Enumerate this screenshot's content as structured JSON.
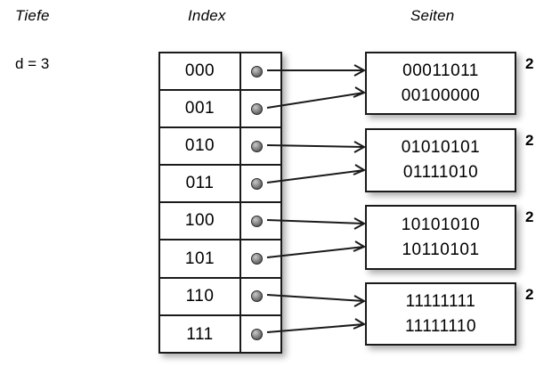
{
  "headers": {
    "depth": "Tiefe",
    "index": "Index",
    "pages": "Seiten"
  },
  "depth": {
    "label": "d = 3"
  },
  "index_table": {
    "rows": [
      {
        "key": "000",
        "pointer": "pointer-dot"
      },
      {
        "key": "001",
        "pointer": "pointer-dot"
      },
      {
        "key": "010",
        "pointer": "pointer-dot"
      },
      {
        "key": "011",
        "pointer": "pointer-dot"
      },
      {
        "key": "100",
        "pointer": "pointer-dot"
      },
      {
        "key": "101",
        "pointer": "pointer-dot"
      },
      {
        "key": "110",
        "pointer": "pointer-dot"
      },
      {
        "key": "111",
        "pointer": "pointer-dot"
      }
    ]
  },
  "pages": [
    {
      "lines": [
        "00011011",
        "00100000"
      ],
      "count": "2"
    },
    {
      "lines": [
        "01010101",
        "01111010"
      ],
      "count": "2"
    },
    {
      "lines": [
        "10101010",
        "10110101"
      ],
      "count": "2"
    },
    {
      "lines": [
        "11111111",
        "11111110"
      ],
      "count": "2"
    }
  ],
  "colors": {
    "stroke": "#1a1a1a",
    "background": "#ffffff",
    "text": "#000000",
    "pointer_dot": "#8e8e8e"
  }
}
